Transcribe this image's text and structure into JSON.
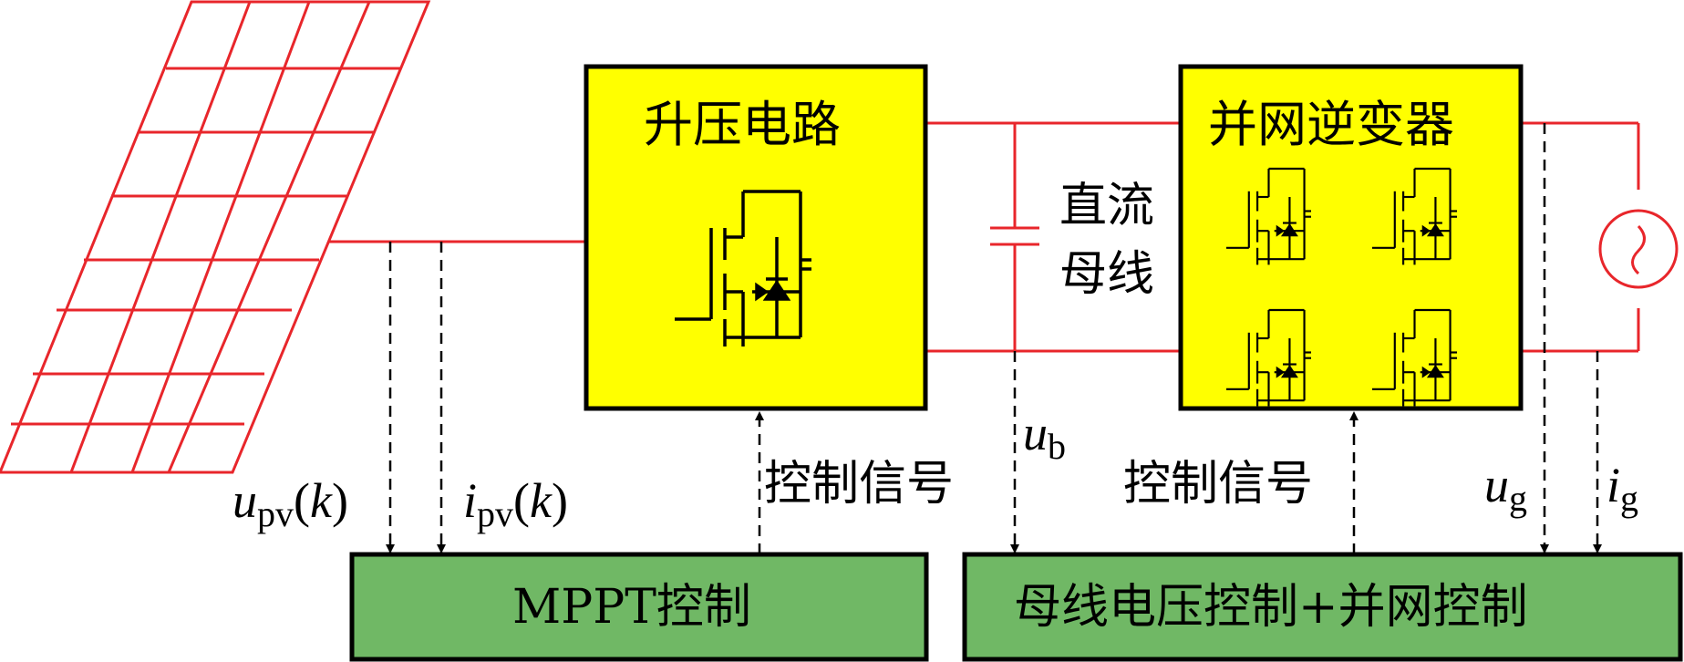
{
  "blocks": {
    "boost": {
      "title": "升压电路",
      "fill": "#FFFF00"
    },
    "inverter": {
      "title": "并网逆变器",
      "fill": "#FFFF00"
    },
    "mppt": {
      "label": "MPPT控制",
      "fill": "#70B865"
    },
    "bus_control": {
      "label": "母线电压控制+并网控制",
      "fill": "#70B865"
    }
  },
  "dc_bus": {
    "line1": "直流",
    "line2": "母线"
  },
  "signals": {
    "control_left": "控制信号",
    "control_right": "控制信号",
    "upv": {
      "base": "u",
      "sub": "pv",
      "arg": "(k)"
    },
    "ipv": {
      "base": "i",
      "sub": "pv",
      "arg": "(k)"
    },
    "ub": {
      "base": "u",
      "sub": "b"
    },
    "ug": {
      "base": "u",
      "sub": "g"
    },
    "ig": {
      "base": "i",
      "sub": "g"
    }
  },
  "colors": {
    "wire": "#E8262B",
    "border": "#000000",
    "panel": "#E8262B"
  },
  "icons": [
    "pv-panel-icon",
    "mosfet-icon",
    "capacitor-icon",
    "ac-source-icon"
  ]
}
